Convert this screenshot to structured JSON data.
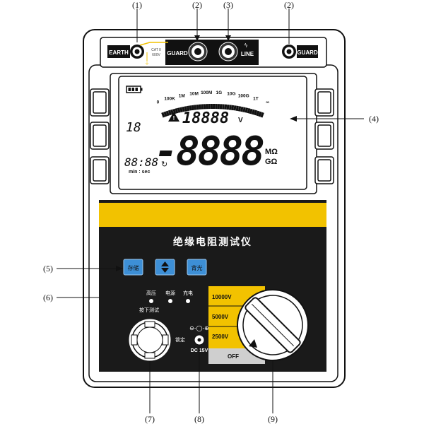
{
  "callouts": {
    "c1": "(1)",
    "c2a": "(2)",
    "c3": "(3)",
    "c2b": "(2)",
    "c4": "(4)",
    "c5": "(5)",
    "c6": "(6)",
    "c7": "(7)",
    "c8": "(8)",
    "c9": "(9)"
  },
  "terminals": {
    "earth": "EARTH",
    "guard_left": "GUARD",
    "line": "LINE",
    "guard_right": "GUARD",
    "cat": "CAT II",
    "cat_voltage": "600V"
  },
  "display": {
    "scale_ticks": [
      "0",
      "100K",
      "1M",
      "10M",
      "100M",
      "1G",
      "10G",
      "100G",
      "1T",
      "∞"
    ],
    "voltage_digits": "18888",
    "voltage_unit": "V",
    "small_digits": "18",
    "main_digits": "-8888",
    "unit_mohm": "MΩ",
    "unit_gohm": "GΩ",
    "timer_digits": "88:88",
    "timer_label": "min : sec"
  },
  "panel": {
    "title": "绝缘电阻测试仪",
    "btn_store": "存储",
    "btn_backlight": "背光",
    "led_highvolt": "高压",
    "led_power": "电源",
    "led_charge": "充电",
    "press_test": "按下测试",
    "lock": "锁定",
    "dc_label": "DC 15V",
    "ranges": [
      "10000V",
      "5000V",
      "2500V",
      "OFF"
    ]
  },
  "colors": {
    "accent_yellow": "#f2c200",
    "panel_dark": "#1a1a1a",
    "button_blue": "#3d8fd6"
  }
}
